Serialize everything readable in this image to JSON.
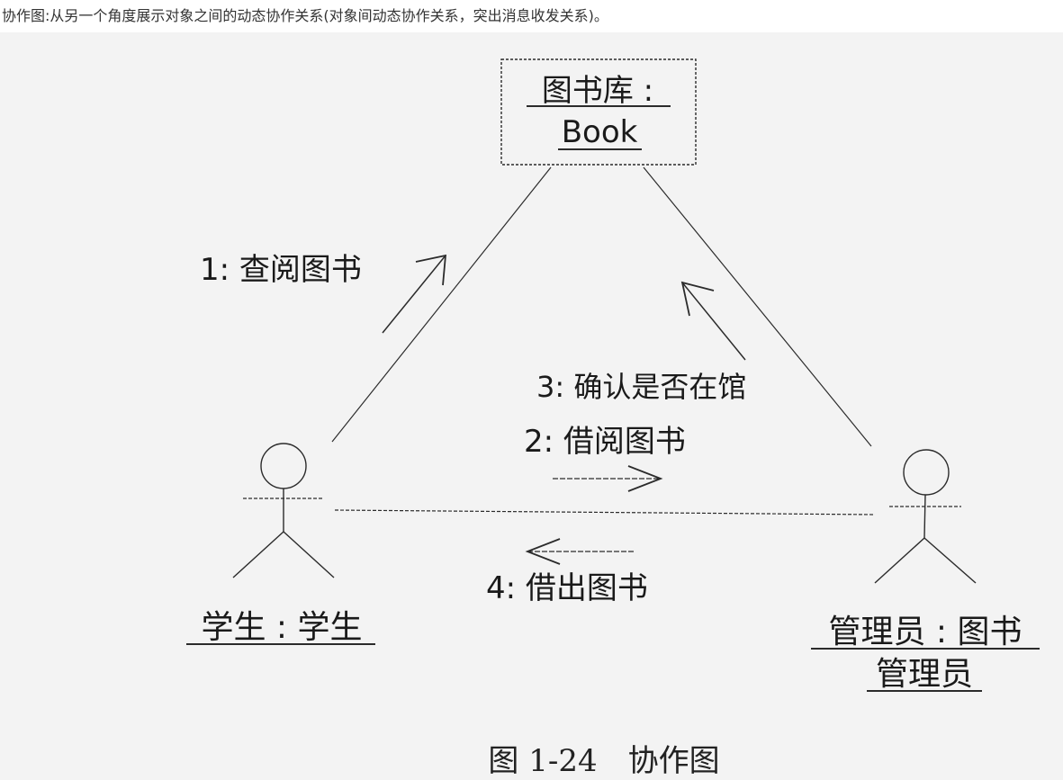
{
  "intro_text": "协作图:从另一个角度展示对象之间的动态协作关系(对象间动态协作关系，突出消息收发关系)。",
  "diagram": {
    "book_object": {
      "line1": "图书库 :",
      "line2": "Book"
    },
    "student_actor": {
      "label": "学生 : 学生"
    },
    "admin_actor": {
      "line1": "管理员 : 图书",
      "line2": "管理员"
    },
    "messages": [
      {
        "text": "1: 查阅图书"
      },
      {
        "text": "2: 借阅图书"
      },
      {
        "text": "3: 确认是否在馆"
      },
      {
        "text": "4: 借出图书"
      }
    ],
    "caption": "图 1-24　协作图"
  },
  "colors": {
    "line": "#2b2b2b",
    "figure_background": "#f3f3f3",
    "intro_text": "#333333"
  }
}
